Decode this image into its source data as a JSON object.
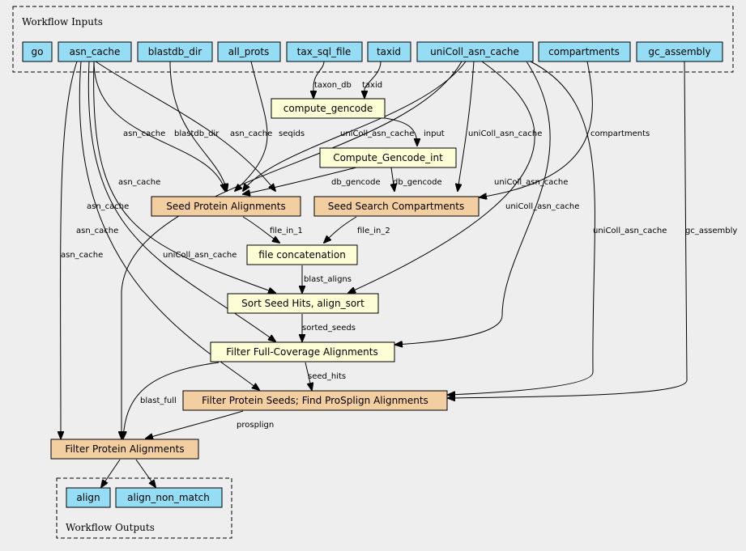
{
  "clusters": {
    "inputs_label": "Workflow Inputs",
    "outputs_label": "Workflow Outputs"
  },
  "colors": {
    "input": "#94ddf4",
    "tool": "#fdfdd6",
    "subworkflow": "#f3cea1",
    "background": "#eeeeee"
  },
  "nodes": {
    "go": "go",
    "asn_cache": "asn_cache",
    "blastdb_dir": "blastdb_dir",
    "all_prots": "all_prots",
    "tax_sql_file": "tax_sql_file",
    "taxid": "taxid",
    "uniColl_asn_cache": "uniColl_asn_cache",
    "compartments": "compartments",
    "gc_assembly": "gc_assembly",
    "compute_gencode": "compute_gencode",
    "compute_gencode_int": "Compute_Gencode_int",
    "seed_protein_alignments": "Seed Protein Alignments",
    "seed_search_compartments": "Seed Search Compartments",
    "file_concatenation": "file concatenation",
    "sort_seed_hits": "Sort Seed Hits, align_sort",
    "filter_full_coverage": "Filter Full-Coverage Alignments",
    "filter_protein_seeds": "Filter Protein Seeds; Find ProSplign Alignments",
    "filter_protein_alignments": "Filter Protein Alignments",
    "align": "align",
    "align_non_match": "align_non_match"
  },
  "edge_labels": {
    "taxon_db": "taxon_db",
    "taxid": "taxid",
    "asn_cache_1": "asn_cache",
    "blastdb_dir": "blastdb_dir",
    "asn_cache_2": "asn_cache",
    "seqids": "seqids",
    "uniColl_1": "uniColl_asn_cache",
    "input": "input",
    "uniColl_2": "uniColl_asn_cache",
    "compartments": "compartments",
    "db_gencode_1": "db_gencode",
    "db_gencode_2": "db_gencode",
    "asn_cache_3": "asn_cache",
    "uniColl_3": "uniColl_asn_cache",
    "asn_cache_4": "asn_cache",
    "uniColl_4": "uniColl_asn_cache",
    "asn_cache_5": "asn_cache",
    "file_in_1": "file_in_1",
    "file_in_2": "file_in_2",
    "uniColl_5": "uniColl_asn_cache",
    "gc_assembly": "gc_assembly",
    "asn_cache_6": "asn_cache",
    "uniColl_6": "uniColl_asn_cache",
    "blast_aligns": "blast_aligns",
    "sorted_seeds": "sorted_seeds",
    "seed_hits": "seed_hits",
    "blast_full": "blast_full",
    "prosplign": "prosplign"
  }
}
